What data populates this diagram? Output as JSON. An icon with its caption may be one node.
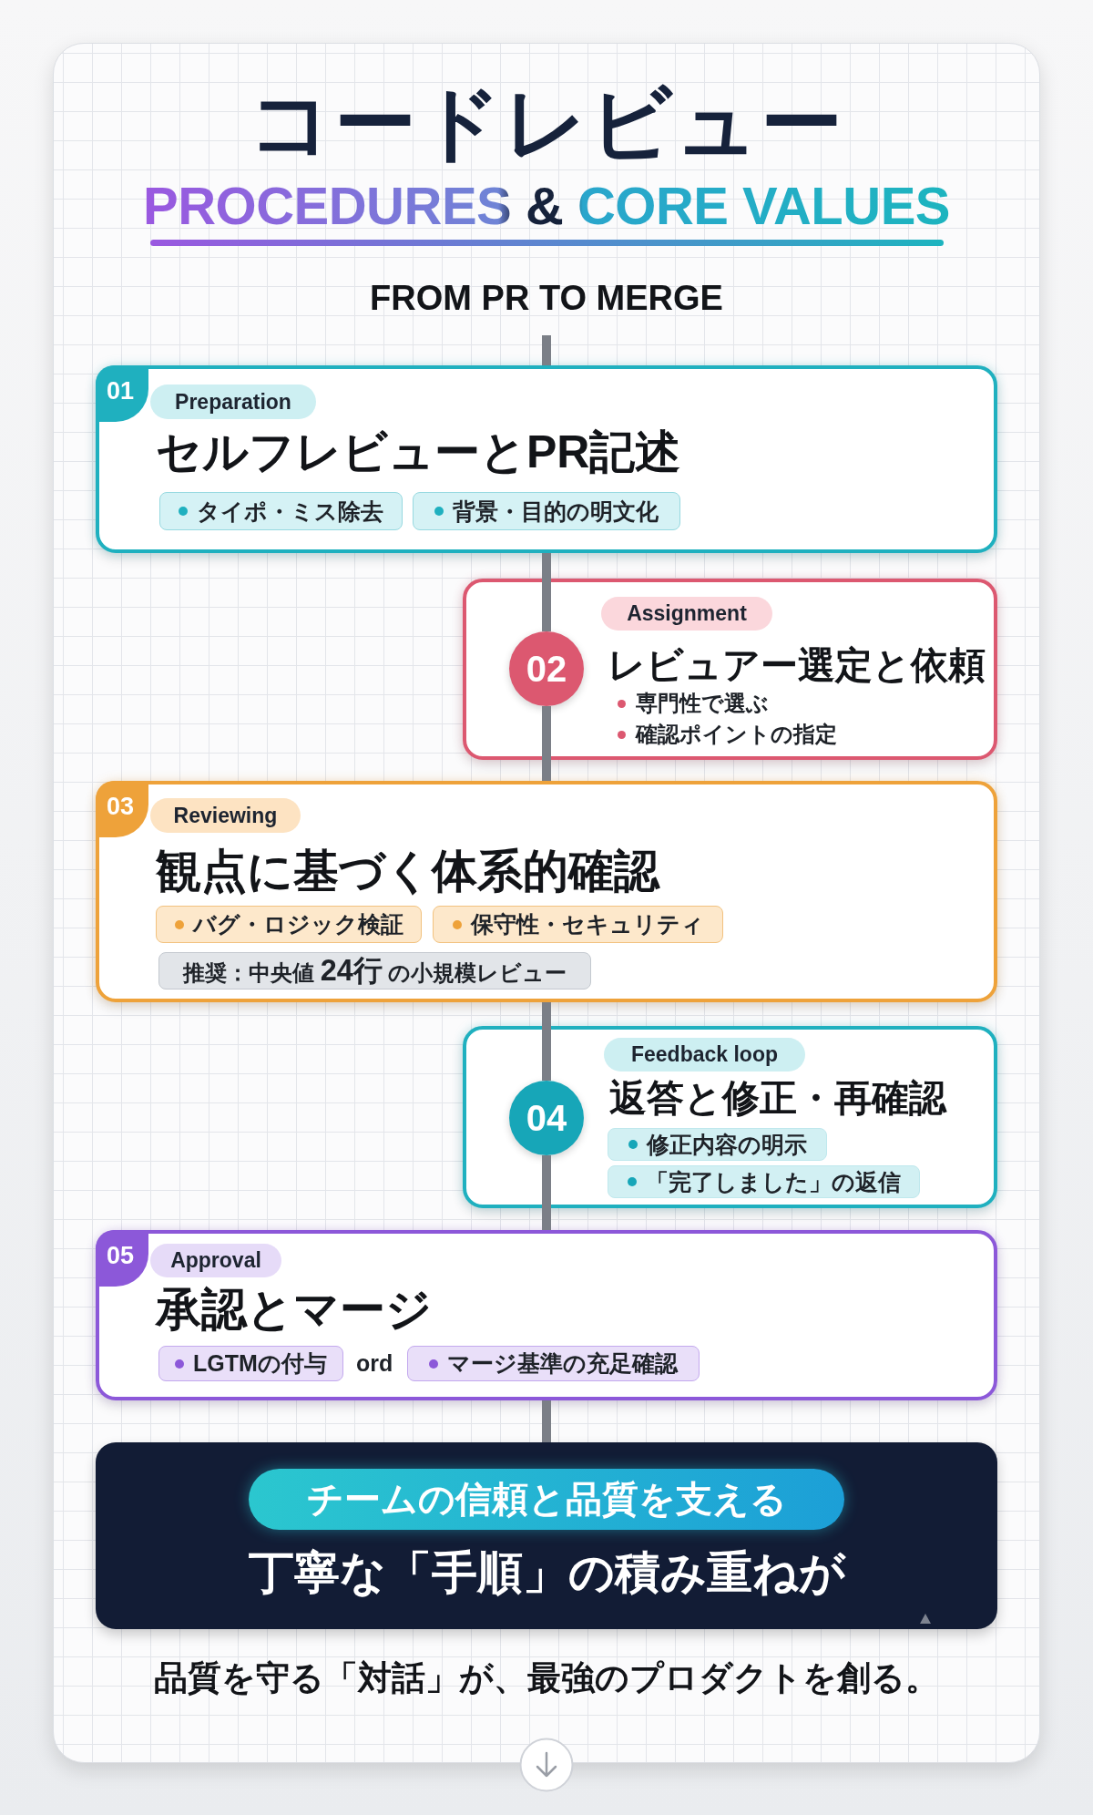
{
  "diagram": {
    "title": "コードレビュー",
    "nodes": [
      {
        "text": [
          "セルフレビューとPR記述"
        ]
      },
      {
        "text": [
          "01"
        ],
        "in": 0
      },
      {
        "text": [
          "Preparation"
        ],
        "in": 0
      },
      {
        "text": [
          "タイポ・ミス除去"
        ],
        "in": 0
      },
      {
        "text": [
          "背景・目的の明文化"
        ],
        "in": 0
      },
      {
        "text": [
          "レビュアー選定と依頼",
          "専門性で選ぶ",
          "確認ポイントの指定"
        ]
      },
      {
        "text": [
          "02"
        ],
        "in": 5
      },
      {
        "text": [
          "Assignment"
        ],
        "in": 5
      },
      {
        "text": [
          "観点に基づく体系的確認"
        ]
      },
      {
        "text": [
          "03"
        ],
        "in": 8
      },
      {
        "text": [
          "Reviewing"
        ],
        "in": 8
      },
      {
        "text": [
          "バグ・ロジック検証"
        ],
        "in": 8
      },
      {
        "text": [
          "保守性・セキュリティ"
        ],
        "in": 8
      },
      {
        "text": [
          "推奨：中央値 **24行** の小規模レビュー"
        ],
        "in": 8
      },
      {
        "text": [
          "返答と修正・再確認"
        ]
      },
      {
        "text": [
          "04"
        ],
        "in": 14
      },
      {
        "text": [
          "Feedback loop"
        ],
        "in": 14
      },
      {
        "text": [
          "修正内容の明示"
        ],
        "in": 14
      },
      {
        "text": [
          "「完了しました」の返信"
        ],
        "in": 14
      },
      {
        "text": [
          "承認とマージ",
          "ord"
        ]
      },
      {
        "text": [
          "05"
        ],
        "in": 19
      },
      {
        "text": [
          "Approval"
        ],
        "in": 19
      },
      {
        "text": [
          "LGTMの付与"
        ],
        "in": 19
      },
      {
        "text": [
          "マージ基準の充足確認"
        ],
        "in": 19
      },
      {
        "text": [
          "丁寧な「手順」の積み重ねが"
        ]
      },
      {
        "text": [
          "チームの信頼と品質を支える"
        ],
        "in": 24
      }
    ],
    "edges": [
      {
        "from": null,
        "to": 0,
        "arrow": "none"
      },
      {
        "from": 0,
        "to": 6,
        "arrow": "none"
      },
      {
        "from": 6,
        "to": 8,
        "arrow": "none"
      },
      {
        "from": 8,
        "to": 15,
        "arrow": "none"
      },
      {
        "from": 15,
        "to": 19,
        "arrow": "none"
      },
      {
        "from": 19,
        "to": 24,
        "arrow": "none"
      }
    ],
    "labels": [
      "PROCEDURES & CORE VALUES",
      "FROM PR TO MERGE",
      "品質を守る「対話」が、最強のプロダクトを創る。"
    ]
  }
}
